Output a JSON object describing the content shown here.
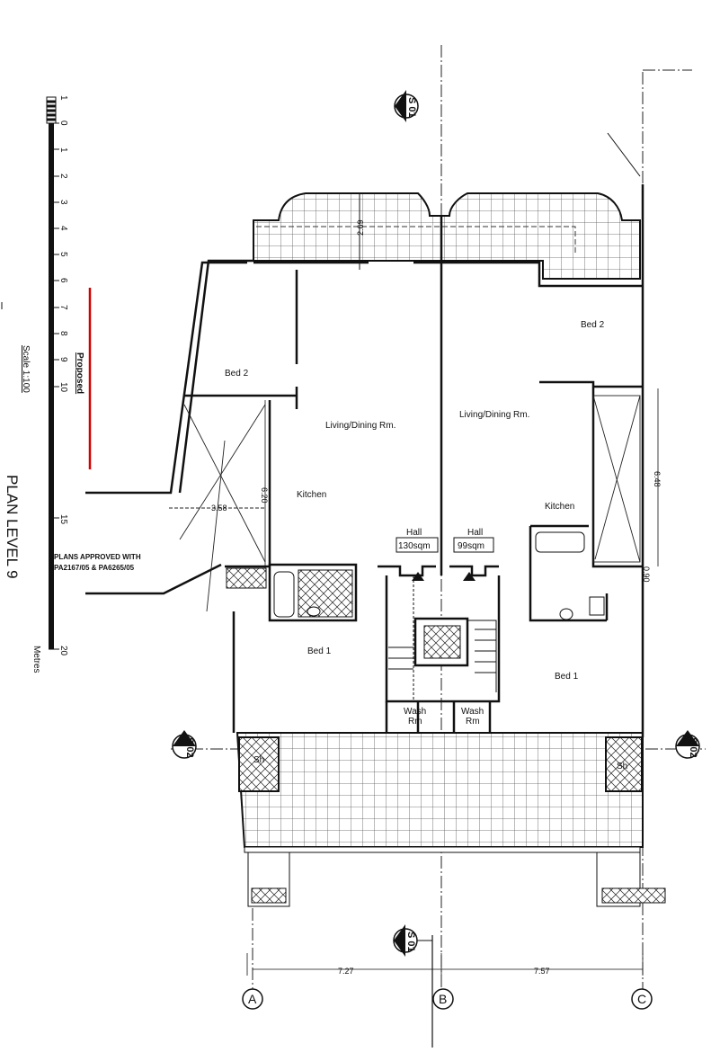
{
  "title": "PLAN LEVEL 9",
  "scale": {
    "label": "Scale 1:100",
    "unit": "Metres",
    "ticks": [
      "1",
      "0",
      "1",
      "2",
      "3",
      "4",
      "5",
      "6",
      "7",
      "8",
      "9",
      "10",
      "15",
      "20"
    ]
  },
  "revision_label": "Proposed",
  "approval_note": {
    "line1": "PLANS APPROVED WITH",
    "line2": "PA2167/05 & PA6265/05"
  },
  "rooms": {
    "bed2_left": "Bed 2",
    "bed2_right": "Bed 2",
    "living_left": "Living/Dining Rm.",
    "living_right": "Living/Dining Rm.",
    "kitchen_left": "Kitchen",
    "kitchen_right": "Kitchen",
    "hall_left": "Hall",
    "hall_right": "Hall",
    "area_left": "130sqm",
    "area_right": "99sqm",
    "bed1_left": "Bed 1",
    "bed1_right": "Bed 1",
    "wash_left_1": "Wash",
    "wash_left_2": "Rm",
    "wash_right_1": "Wash",
    "wash_right_2": "Rm",
    "shower_left": "Sh",
    "shower_right": "Sh"
  },
  "dimensions": {
    "d_269": "2.69",
    "d_620": "6.20",
    "d_358": "3.58",
    "d_648": "6.48",
    "d_090": "0.90",
    "d_727": "7.27",
    "d_757": "7.57"
  },
  "section_markers": {
    "s01_top": "S 01",
    "s01_bottom": "S 01",
    "s02_left": "S 02",
    "s02_right": "S 02"
  },
  "grid_labels": {
    "a": "A",
    "b": "B",
    "c": "C"
  },
  "colors": {
    "line": "#111111",
    "red_mark": "#d40000",
    "wall_fill": "#ffffff"
  }
}
